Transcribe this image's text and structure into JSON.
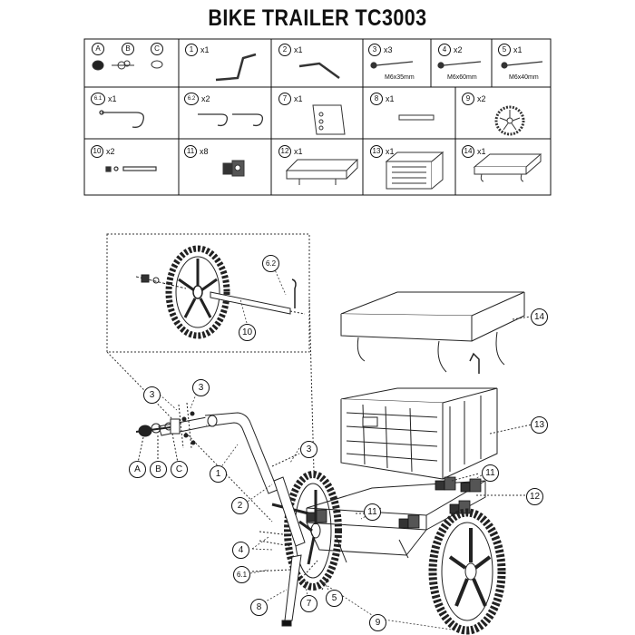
{
  "title": "BIKE TRAILER TC3003",
  "parts_table": [
    {
      "id": "A",
      "qty": "",
      "spec": ""
    },
    {
      "id": "B",
      "qty": "",
      "spec": ""
    },
    {
      "id": "C",
      "qty": "",
      "spec": ""
    },
    {
      "id": "1",
      "qty": "x1",
      "spec": ""
    },
    {
      "id": "2",
      "qty": "x1",
      "spec": ""
    },
    {
      "id": "3",
      "qty": "x3",
      "spec": "M6x35mm"
    },
    {
      "id": "4",
      "qty": "x2",
      "spec": "M6x60mm"
    },
    {
      "id": "5",
      "qty": "x1",
      "spec": "M6x40mm"
    },
    {
      "id": "6.1",
      "qty": "x1",
      "spec": ""
    },
    {
      "id": "6.2",
      "qty": "x2",
      "spec": ""
    },
    {
      "id": "7",
      "qty": "x1",
      "spec": ""
    },
    {
      "id": "8",
      "qty": "x1",
      "spec": ""
    },
    {
      "id": "9",
      "qty": "x2",
      "spec": ""
    },
    {
      "id": "10",
      "qty": "x2",
      "spec": ""
    },
    {
      "id": "11",
      "qty": "x8",
      "spec": ""
    },
    {
      "id": "12",
      "qty": "x1",
      "spec": ""
    },
    {
      "id": "13",
      "qty": "x1",
      "spec": ""
    },
    {
      "id": "14",
      "qty": "x1",
      "spec": ""
    }
  ],
  "callouts": {
    "c62": "6.2",
    "c10": "10",
    "c14": "14",
    "c13": "13",
    "c3a": "3",
    "c3b": "3",
    "c3c": "3",
    "cA": "A",
    "cB": "B",
    "cC": "C",
    "c1": "1",
    "c2": "2",
    "c11a": "11",
    "c11b": "11",
    "c12": "12",
    "c4": "4",
    "c61": "6.1",
    "c8": "8",
    "c7": "7",
    "c5": "5",
    "c9": "9"
  }
}
